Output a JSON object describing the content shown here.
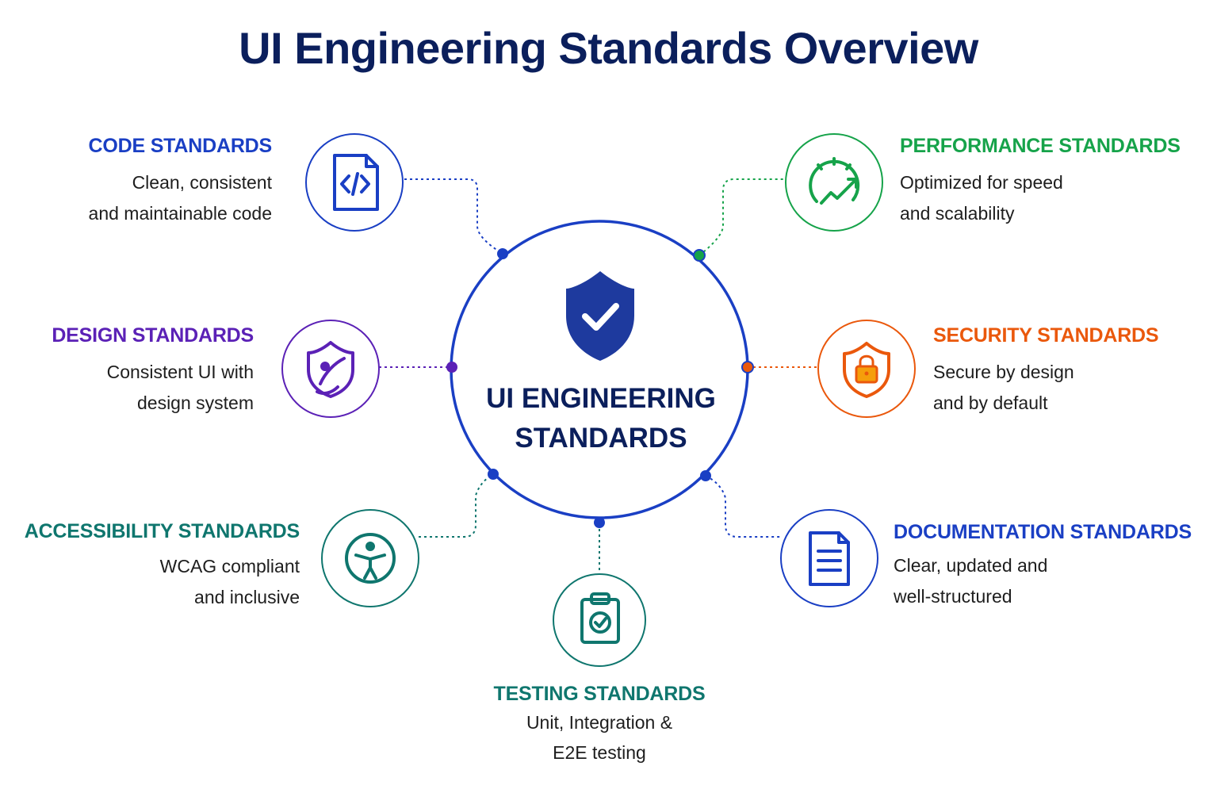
{
  "title": "UI Engineering Standards Overview",
  "hub": {
    "line1": "UI ENGINEERING",
    "line2": "STANDARDS",
    "icon": "shield-check-icon",
    "color": "#1e3a9e"
  },
  "standards": [
    {
      "key": "code",
      "title": "CODE STANDARDS",
      "line1": "Clean, consistent",
      "line2": "and maintainable code",
      "color": "#1a3fc4",
      "icon": "code-file-icon"
    },
    {
      "key": "design",
      "title": "DESIGN STANDARDS",
      "line1": "Consistent UI with",
      "line2": "design system",
      "color": "#5b21b6",
      "icon": "design-shield-icon"
    },
    {
      "key": "accessibility",
      "title": "ACCESSIBILITY STANDARDS",
      "line1": "WCAG compliant",
      "line2": "and inclusive",
      "color": "#0f766e",
      "icon": "accessibility-icon"
    },
    {
      "key": "testing",
      "title": "TESTING STANDARDS",
      "line1": "Unit, Integration &",
      "line2": "E2E testing",
      "color": "#0f766e",
      "icon": "clipboard-check-icon"
    },
    {
      "key": "documentation",
      "title": "DOCUMENTATION STANDARDS",
      "line1": "Clear, updated and",
      "line2": "well-structured",
      "color": "#1a3fc4",
      "icon": "document-icon"
    },
    {
      "key": "security",
      "title": "SECURITY STANDARDS",
      "line1": "Secure by design",
      "line2": "and by default",
      "color": "#ea580c",
      "icon": "lock-shield-icon"
    },
    {
      "key": "performance",
      "title": "PERFORMANCE STANDARDS",
      "line1": "Optimized for speed",
      "line2": "and scalability",
      "color": "#16a34a",
      "icon": "speed-gauge-icon"
    }
  ]
}
